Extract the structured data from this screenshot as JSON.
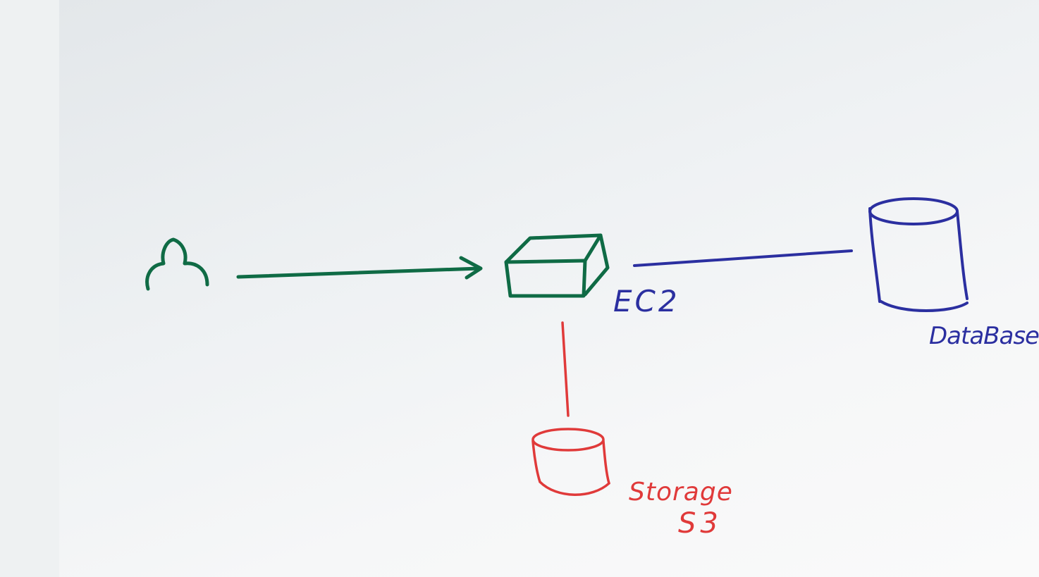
{
  "labels": {
    "ec2": "EC2",
    "database": "DataBase",
    "storage": "Storage",
    "s3": "S3"
  },
  "colors": {
    "green": "#0f6b45",
    "blue": "#2b2fa0",
    "red": "#e03a3a",
    "board": "#f2f4f5"
  }
}
